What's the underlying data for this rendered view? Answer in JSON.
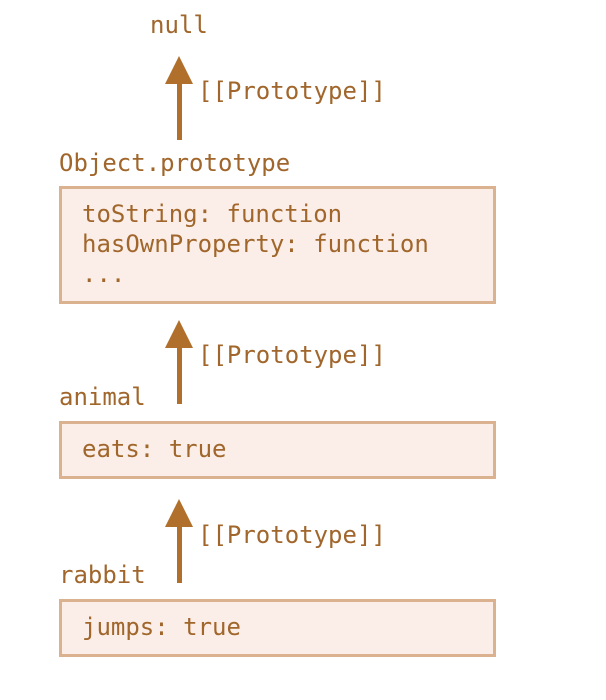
{
  "null_label": "null",
  "links": [
    {
      "label": "[[Prototype]]"
    },
    {
      "label": "[[Prototype]]"
    },
    {
      "label": "[[Prototype]]"
    }
  ],
  "objects": [
    {
      "name": "Object.prototype",
      "lines": [
        "toString: function",
        "hasOwnProperty: function",
        "..."
      ]
    },
    {
      "name": "animal",
      "lines": [
        "eats: true"
      ]
    },
    {
      "name": "rabbit",
      "lines": [
        "jumps: true"
      ]
    }
  ],
  "colors": {
    "text": "#a0662b",
    "arrow": "#b06f2b",
    "box_fill": "#fbeee8",
    "box_border": "#dbb28f"
  }
}
